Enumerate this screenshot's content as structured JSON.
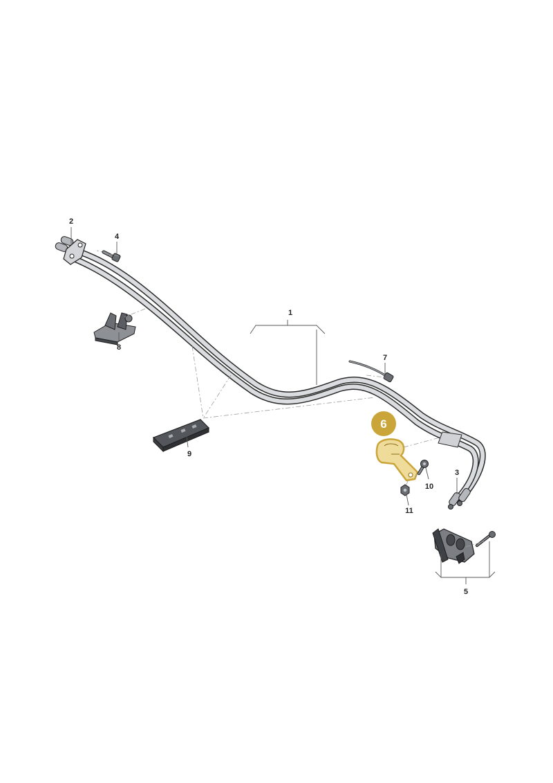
{
  "colors": {
    "highlight": "#c9a53a",
    "highlight_light": "#f0dc9a",
    "pipe_outer": "#2a2a2a",
    "pipe_fill": "#d9dbde"
  },
  "callouts": {
    "c1": "1",
    "c2": "2",
    "c3": "3",
    "c4": "4",
    "c5": "5",
    "c6": "6",
    "c7": "7",
    "c8": "8",
    "c9": "9",
    "c10": "10",
    "c11": "11"
  }
}
